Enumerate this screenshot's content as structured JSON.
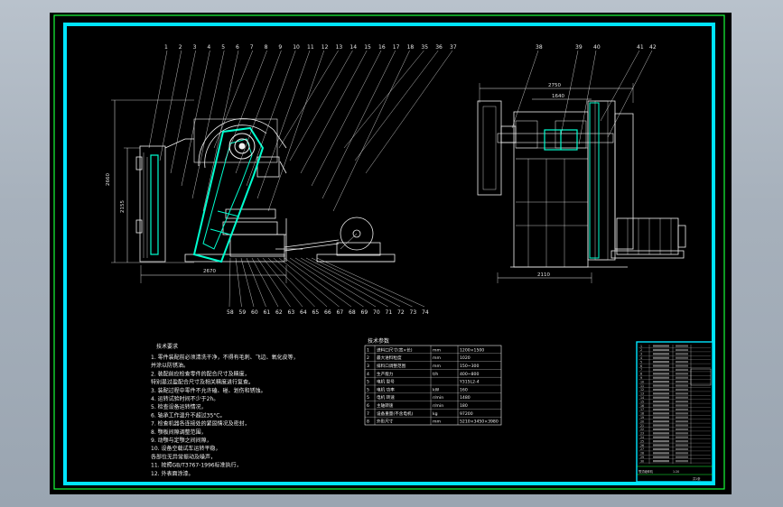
{
  "drawing": {
    "top_leaders": [
      "1",
      "2",
      "3",
      "4",
      "5",
      "6",
      "7",
      "8",
      "9",
      "10",
      "11",
      "12",
      "13",
      "14",
      "15",
      "16",
      "17",
      "18",
      "35",
      "36",
      "37"
    ],
    "right_leaders": [
      "38",
      "39",
      "40",
      "41",
      "42"
    ],
    "bottom_leaders": [
      "58",
      "59",
      "60",
      "61",
      "62",
      "63",
      "64",
      "65",
      "66",
      "67",
      "68",
      "69",
      "70",
      "71",
      "72",
      "73",
      "74"
    ],
    "dims": {
      "front_width": "2670",
      "front_height_outer": "2660",
      "front_height_inner": "2155",
      "side_overall": "2750",
      "side_inner": "1640",
      "side_base": "2110"
    }
  },
  "notes": {
    "title": "技术要求",
    "lines": [
      "1. 零件装配前必须清洗干净，不得有毛刺、飞边、氧化皮等，",
      "   并涂以防锈油。",
      "2. 装配前应检查零件的配合尺寸及精度，",
      "   特别是过盈配合尺寸及相关精度进行复查。",
      "3. 装配过程中零件不允许磕、碰、划伤和锈蚀。",
      "4. 运转试验时间不少于2h。",
      "5. 检查设备运转情况，",
      "6. 轴承工作温升不超过35°C。",
      "7. 检查机器各连接处的紧固情况及密封，",
      "8. 颚板间隙调整范围，",
      "9. 动颚与定颚之间间隙，",
      "10. 设备空载试车运转平稳，",
      "   各部位无异常振动及噪声，",
      "11. 按照GB/T3767-1996标准执行，",
      "12. 外表面涂漆。"
    ]
  },
  "params": {
    "title": "技术参数",
    "rows": [
      [
        "1",
        "进料口尺寸(宽×长)",
        "mm",
        "1200×1500"
      ],
      [
        "2",
        "最大进料粒度",
        "mm",
        "1020"
      ],
      [
        "3",
        "排料口调整范围",
        "mm",
        "150~300"
      ],
      [
        "4",
        "生产能力",
        "t/h",
        "400~800"
      ],
      [
        "5",
        "电机 型号",
        "",
        "Y315L2-4"
      ],
      [
        "5",
        "电机 功率",
        "kW",
        "160"
      ],
      [
        "5",
        "电机 转速",
        "r/min",
        "1480"
      ],
      [
        "6",
        "主轴转速",
        "r/min",
        "180"
      ],
      [
        "7",
        "设备重量(不含电机)",
        "kg",
        "97200"
      ],
      [
        "8",
        "外形尺寸",
        "mm",
        "5210×3450×3980"
      ]
    ]
  },
  "titleblock": {
    "rows": [
      "1",
      "2",
      "3",
      "4",
      "5",
      "6",
      "7",
      "8",
      "9",
      "10",
      "11",
      "12",
      "13",
      "14",
      "15",
      "16",
      "17",
      "18",
      "19",
      "20",
      "21",
      "22",
      "23",
      "24",
      "25",
      "26",
      "27",
      "28",
      "29",
      "30"
    ],
    "name": "颚式破碎机",
    "scale": "1:20",
    "sheet": "共1张"
  },
  "colors": {
    "frame": "#00e5ff",
    "inner_frame": "#18ff38",
    "jaw": "#00ffd0",
    "drawing": "#f0f0f0"
  }
}
